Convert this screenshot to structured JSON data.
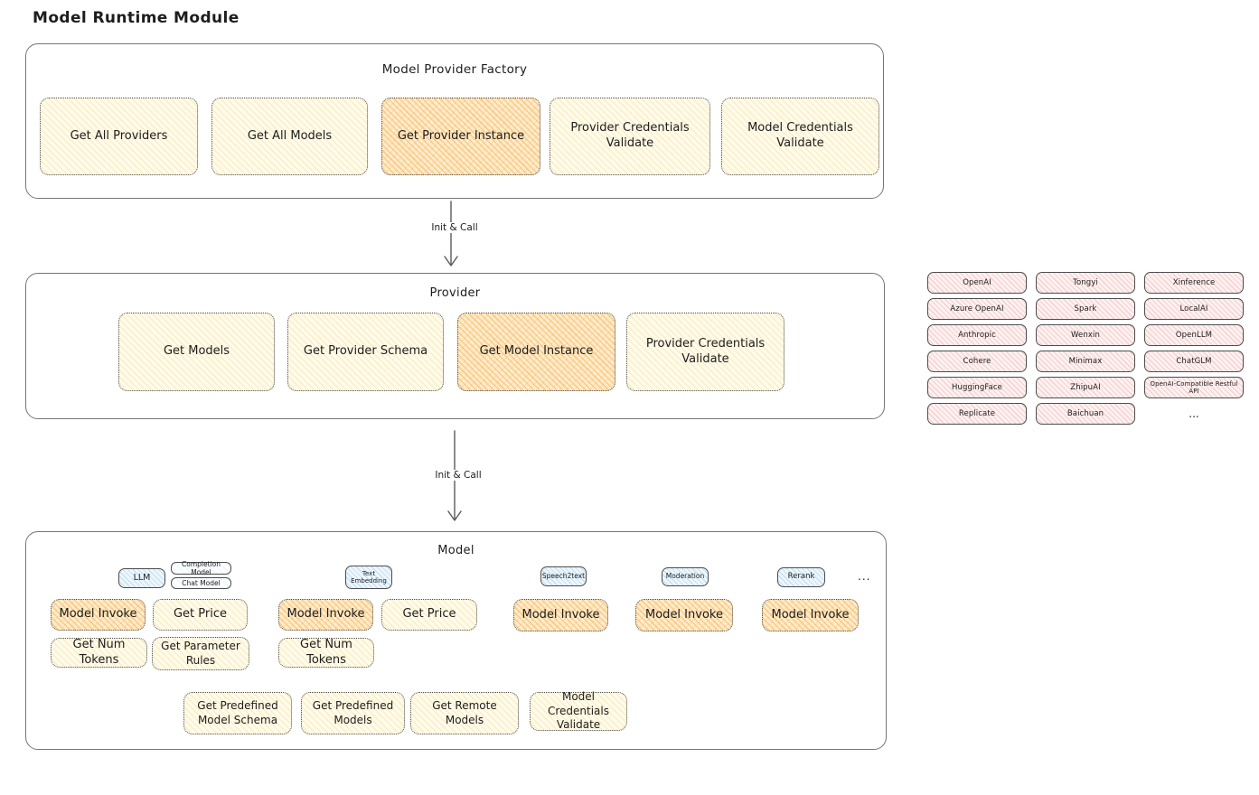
{
  "page": {
    "title": "Model Runtime Module"
  },
  "factory": {
    "title": "Model Provider Factory",
    "buttons": [
      {
        "label": "Get All Providers",
        "highlighted": false
      },
      {
        "label": "Get All Models",
        "highlighted": false
      },
      {
        "label": "Get Provider Instance",
        "highlighted": true
      },
      {
        "label": "Provider Credentials Validate",
        "highlighted": false
      },
      {
        "label": "Model Credentials Validate",
        "highlighted": false
      }
    ]
  },
  "arrows": [
    {
      "label": "Init & Call"
    },
    {
      "label": "Init & Call"
    }
  ],
  "provider": {
    "title": "Provider",
    "buttons": [
      {
        "label": "Get Models",
        "highlighted": false
      },
      {
        "label": "Get Provider Schema",
        "highlighted": false
      },
      {
        "label": "Get Model Instance",
        "highlighted": true
      },
      {
        "label": "Provider Credentials Validate",
        "highlighted": false
      }
    ]
  },
  "providers_grid": {
    "items": [
      "OpenAI",
      "Tongyi",
      "Xinference",
      "Azure OpenAI",
      "Spark",
      "LocalAI",
      "Anthropic",
      "Wenxin",
      "OpenLLM",
      "Cohere",
      "Minimax",
      "ChatGLM",
      "HuggingFace",
      "ZhipuAI",
      "OpenAI-Compatible Restful API",
      "Replicate",
      "Baichuan"
    ],
    "more": "..."
  },
  "model": {
    "title": "Model",
    "tabs": {
      "llm": "LLM",
      "completion_model": "Completion Model",
      "chat_model": "Chat Model",
      "text_embedding": "Text Embedding",
      "speech2text": "Speech2text",
      "moderation": "Moderation",
      "rerank": "Rerank",
      "more": "..."
    },
    "row1": [
      {
        "label": "Model Invoke",
        "highlighted": true
      },
      {
        "label": "Get Price",
        "highlighted": false
      },
      {
        "label": "Model Invoke",
        "highlighted": true
      },
      {
        "label": "Get Price",
        "highlighted": false
      },
      {
        "label": "Model Invoke",
        "highlighted": true
      },
      {
        "label": "Model Invoke",
        "highlighted": true
      },
      {
        "label": "Model Invoke",
        "highlighted": true
      }
    ],
    "row2": [
      {
        "label": "Get Num Tokens"
      },
      {
        "label": "Get Parameter Rules"
      },
      {
        "label": "Get Num Tokens"
      }
    ],
    "row3": [
      {
        "label": "Get Predefined Model Schema"
      },
      {
        "label": "Get Predefined Models"
      },
      {
        "label": "Get Remote Models"
      },
      {
        "label": "Model Credentials Validate"
      }
    ]
  },
  "colors": {
    "highlight_orange": "#f29f36",
    "button_yellow": "#fffbec",
    "provider_pink": "#fdf1f1",
    "tab_blue": "#eef7fd",
    "stroke_dark": "#4a4a4a",
    "container_gray": "#757575"
  }
}
